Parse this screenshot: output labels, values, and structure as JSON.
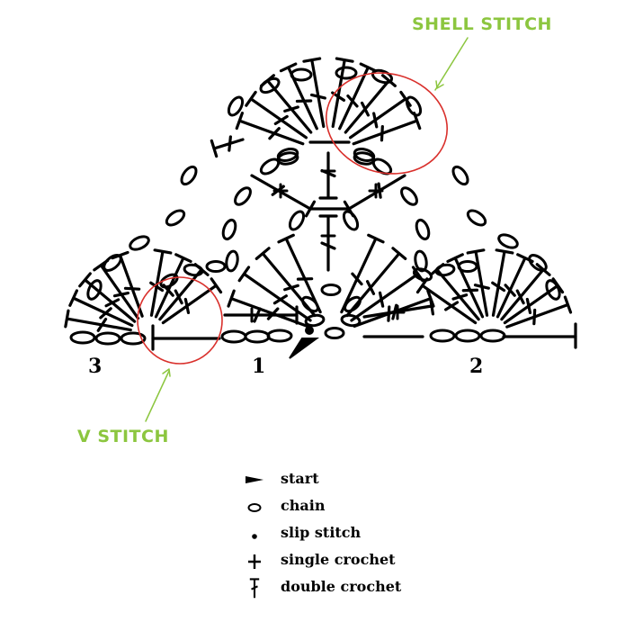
{
  "callouts": {
    "shell": "SHELL STITCH",
    "v": "V STITCH",
    "color": "#8cc63f",
    "ring_color": "#d9302c"
  },
  "row_numbers": {
    "row3": "3",
    "row1": "1",
    "row2": "2"
  },
  "legend": [
    {
      "icon": "start-arrow-icon",
      "label": "start"
    },
    {
      "icon": "chain-oval-icon",
      "label": "chain"
    },
    {
      "icon": "slip-stitch-dot-icon",
      "label": "slip stitch"
    },
    {
      "icon": "single-crochet-cross-icon",
      "label": "single crochet"
    },
    {
      "icon": "double-crochet-t-icon",
      "label": "double crochet"
    }
  ],
  "colors": {
    "ink": "#000000",
    "background": "#ffffff"
  }
}
